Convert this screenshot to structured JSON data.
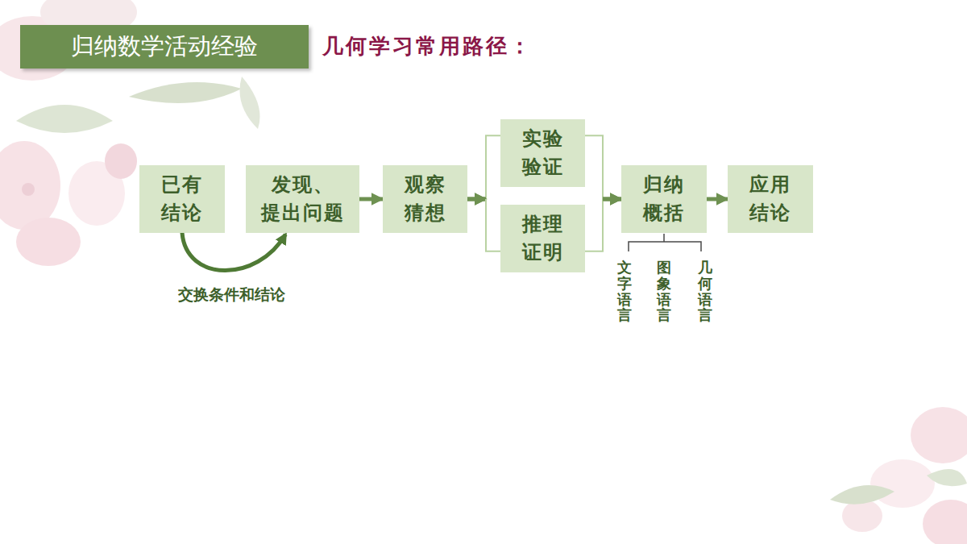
{
  "diagram": {
    "title": "几何学习常用路径：",
    "nodes": [
      {
        "text": [
          "归纳数学活动经验"
        ]
      },
      {
        "text": [
          "已有 结论"
        ]
      },
      {
        "text": [
          "发现、 提出问题"
        ]
      },
      {
        "text": [
          "观察 猜想"
        ]
      },
      {
        "text": [
          "实验 验证"
        ]
      },
      {
        "text": [
          "推理 证明"
        ]
      },
      {
        "text": [
          "归纳 概括"
        ]
      },
      {
        "text": [
          "应用 结论"
        ]
      }
    ],
    "edges": [
      {
        "from": 1,
        "to": 2,
        "arrow": "to",
        "label": "交换条件和结论"
      },
      {
        "from": 2,
        "to": 3,
        "arrow": "to"
      },
      {
        "from": 3,
        "to": 4,
        "arrow": "to"
      },
      {
        "from": 3,
        "to": 5,
        "arrow": "to"
      },
      {
        "from": 4,
        "to": 6,
        "arrow": "to"
      },
      {
        "from": 5,
        "to": 6,
        "arrow": "to"
      },
      {
        "from": 6,
        "to": 7,
        "arrow": "to"
      }
    ],
    "labels": [
      "文字语言",
      "图象语言",
      "几何语言"
    ]
  }
}
